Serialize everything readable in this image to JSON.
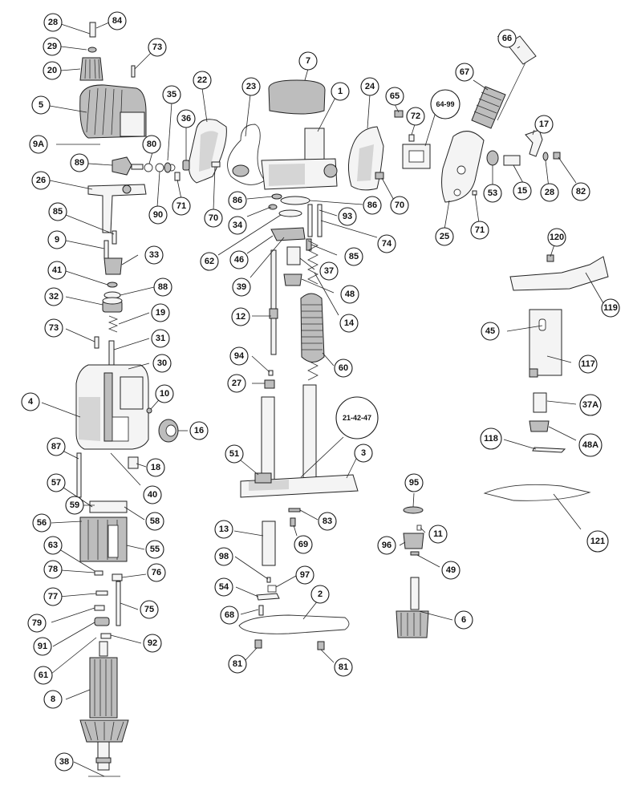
{
  "labels": [
    {
      "id": "28a",
      "text": "28"
    },
    {
      "id": "84",
      "text": "84"
    },
    {
      "id": "29",
      "text": "29"
    },
    {
      "id": "73a",
      "text": "73"
    },
    {
      "id": "20",
      "text": "20"
    },
    {
      "id": "22",
      "text": "22"
    },
    {
      "id": "7",
      "text": "7"
    },
    {
      "id": "5",
      "text": "5"
    },
    {
      "id": "35",
      "text": "35"
    },
    {
      "id": "23",
      "text": "23"
    },
    {
      "id": "1",
      "text": "1"
    },
    {
      "id": "24",
      "text": "24"
    },
    {
      "id": "65",
      "text": "65"
    },
    {
      "id": "64-99",
      "text": "64-99"
    },
    {
      "id": "66",
      "text": "66"
    },
    {
      "id": "67",
      "text": "67"
    },
    {
      "id": "36",
      "text": "36"
    },
    {
      "id": "72",
      "text": "72"
    },
    {
      "id": "17",
      "text": "17"
    },
    {
      "id": "9A",
      "text": "9A"
    },
    {
      "id": "80",
      "text": "80"
    },
    {
      "id": "89",
      "text": "89"
    },
    {
      "id": "53",
      "text": "53"
    },
    {
      "id": "15",
      "text": "15"
    },
    {
      "id": "28b",
      "text": "28"
    },
    {
      "id": "82",
      "text": "82"
    },
    {
      "id": "26",
      "text": "26"
    },
    {
      "id": "90",
      "text": "90"
    },
    {
      "id": "71a",
      "text": "71"
    },
    {
      "id": "70a",
      "text": "70"
    },
    {
      "id": "86a",
      "text": "86"
    },
    {
      "id": "86b",
      "text": "86"
    },
    {
      "id": "70b",
      "text": "70"
    },
    {
      "id": "25",
      "text": "25"
    },
    {
      "id": "71b",
      "text": "71"
    },
    {
      "id": "34",
      "text": "34"
    },
    {
      "id": "93",
      "text": "93"
    },
    {
      "id": "85a",
      "text": "85"
    },
    {
      "id": "120",
      "text": "120"
    },
    {
      "id": "9",
      "text": "9"
    },
    {
      "id": "62",
      "text": "62"
    },
    {
      "id": "46",
      "text": "46"
    },
    {
      "id": "74",
      "text": "74"
    },
    {
      "id": "33",
      "text": "33"
    },
    {
      "id": "85b",
      "text": "85"
    },
    {
      "id": "37",
      "text": "37"
    },
    {
      "id": "41",
      "text": "41"
    },
    {
      "id": "88",
      "text": "88"
    },
    {
      "id": "39",
      "text": "39"
    },
    {
      "id": "48",
      "text": "48"
    },
    {
      "id": "119",
      "text": "119"
    },
    {
      "id": "32",
      "text": "32"
    },
    {
      "id": "19",
      "text": "19"
    },
    {
      "id": "12",
      "text": "12"
    },
    {
      "id": "14",
      "text": "14"
    },
    {
      "id": "45",
      "text": "45"
    },
    {
      "id": "73b",
      "text": "73"
    },
    {
      "id": "31",
      "text": "31"
    },
    {
      "id": "94",
      "text": "94"
    },
    {
      "id": "30",
      "text": "30"
    },
    {
      "id": "60",
      "text": "60"
    },
    {
      "id": "117",
      "text": "117"
    },
    {
      "id": "27",
      "text": "27"
    },
    {
      "id": "10",
      "text": "10"
    },
    {
      "id": "4",
      "text": "4"
    },
    {
      "id": "21-42-47",
      "text": "21-42-47"
    },
    {
      "id": "37A",
      "text": "37A"
    },
    {
      "id": "16",
      "text": "16"
    },
    {
      "id": "48A",
      "text": "48A"
    },
    {
      "id": "118",
      "text": "118"
    },
    {
      "id": "51",
      "text": "51"
    },
    {
      "id": "3",
      "text": "3"
    },
    {
      "id": "87",
      "text": "87"
    },
    {
      "id": "18",
      "text": "18"
    },
    {
      "id": "40",
      "text": "40"
    },
    {
      "id": "57",
      "text": "57"
    },
    {
      "id": "95",
      "text": "95"
    },
    {
      "id": "121",
      "text": "121"
    },
    {
      "id": "59",
      "text": "59"
    },
    {
      "id": "58",
      "text": "58"
    },
    {
      "id": "83",
      "text": "83"
    },
    {
      "id": "56",
      "text": "56"
    },
    {
      "id": "13",
      "text": "13"
    },
    {
      "id": "11",
      "text": "11"
    },
    {
      "id": "69",
      "text": "69"
    },
    {
      "id": "96",
      "text": "96"
    },
    {
      "id": "55",
      "text": "55"
    },
    {
      "id": "63",
      "text": "63"
    },
    {
      "id": "49",
      "text": "49"
    },
    {
      "id": "98",
      "text": "98"
    },
    {
      "id": "78",
      "text": "78"
    },
    {
      "id": "76",
      "text": "76"
    },
    {
      "id": "97",
      "text": "97"
    },
    {
      "id": "54",
      "text": "54"
    },
    {
      "id": "2",
      "text": "2"
    },
    {
      "id": "77",
      "text": "77"
    },
    {
      "id": "75",
      "text": "75"
    },
    {
      "id": "6",
      "text": "6"
    },
    {
      "id": "79",
      "text": "79"
    },
    {
      "id": "68",
      "text": "68"
    },
    {
      "id": "91",
      "text": "91"
    },
    {
      "id": "92",
      "text": "92"
    },
    {
      "id": "81a",
      "text": "81"
    },
    {
      "id": "81b",
      "text": "81"
    },
    {
      "id": "61",
      "text": "61"
    },
    {
      "id": "8",
      "text": "8"
    },
    {
      "id": "38",
      "text": "38"
    }
  ]
}
